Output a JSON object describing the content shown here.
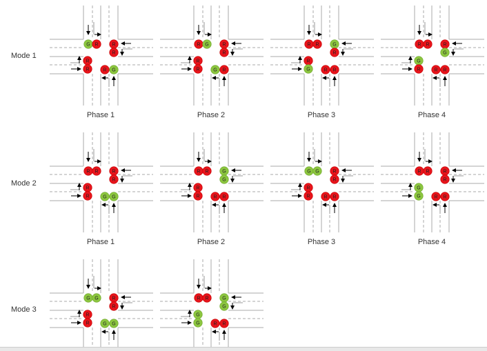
{
  "colors": {
    "red": "#e8141b",
    "green": "#8cc63f",
    "road": "#aaaaaa",
    "arrow": "#000000"
  },
  "light_letters": {
    "R": "R",
    "G": "G"
  },
  "modes": [
    {
      "label": "Mode 1",
      "phases": [
        {
          "label": "Phase 1",
          "north": [
            "G",
            "R"
          ],
          "east": [
            "R",
            "R"
          ],
          "west": [
            "R",
            "R"
          ],
          "south": [
            "R",
            "G"
          ]
        },
        {
          "label": "Phase 2",
          "north": [
            "R",
            "G"
          ],
          "east": [
            "R",
            "R"
          ],
          "west": [
            "R",
            "R"
          ],
          "south": [
            "G",
            "R"
          ]
        },
        {
          "label": "Phase 3",
          "north": [
            "R",
            "R"
          ],
          "east": [
            "G",
            "R"
          ],
          "west": [
            "R",
            "G"
          ],
          "south": [
            "R",
            "R"
          ]
        },
        {
          "label": "Phase 4",
          "north": [
            "R",
            "R"
          ],
          "east": [
            "R",
            "G"
          ],
          "west": [
            "G",
            "R"
          ],
          "south": [
            "R",
            "R"
          ]
        }
      ]
    },
    {
      "label": "Mode 2",
      "phases": [
        {
          "label": "Phase 1",
          "north": [
            "R",
            "R"
          ],
          "east": [
            "R",
            "R"
          ],
          "west": [
            "R",
            "R"
          ],
          "south": [
            "G",
            "G"
          ]
        },
        {
          "label": "Phase 2",
          "north": [
            "R",
            "R"
          ],
          "east": [
            "G",
            "G"
          ],
          "west": [
            "R",
            "R"
          ],
          "south": [
            "R",
            "R"
          ]
        },
        {
          "label": "Phase 3",
          "north": [
            "G",
            "G"
          ],
          "east": [
            "R",
            "R"
          ],
          "west": [
            "R",
            "R"
          ],
          "south": [
            "R",
            "R"
          ]
        },
        {
          "label": "Phase 4",
          "north": [
            "R",
            "R"
          ],
          "east": [
            "R",
            "R"
          ],
          "west": [
            "G",
            "G"
          ],
          "south": [
            "R",
            "R"
          ]
        }
      ]
    },
    {
      "label": "Mode 3",
      "phases": [
        {
          "label": "",
          "north": [
            "G",
            "G"
          ],
          "east": [
            "R",
            "R"
          ],
          "west": [
            "R",
            "R"
          ],
          "south": [
            "G",
            "G"
          ]
        },
        {
          "label": "",
          "north": [
            "R",
            "R"
          ],
          "east": [
            "G",
            "G"
          ],
          "west": [
            "G",
            "G"
          ],
          "south": [
            "R",
            "R"
          ]
        }
      ]
    }
  ]
}
